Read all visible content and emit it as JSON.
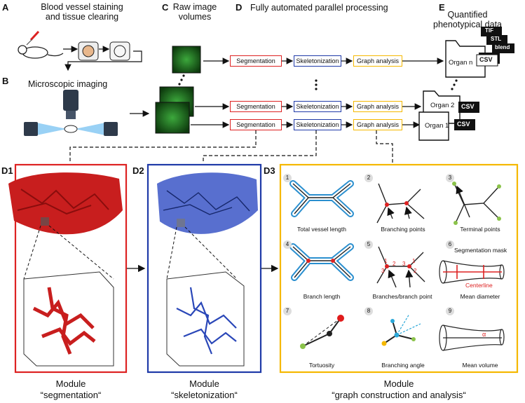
{
  "panels": {
    "A": {
      "letter": "A",
      "title": "Blood vessel staining\nand tissue clearing"
    },
    "B": {
      "letter": "B",
      "title": "Microscopic imaging"
    },
    "C": {
      "letter": "C",
      "title": "Raw image\nvolumes"
    },
    "D": {
      "letter": "D",
      "title": "Fully automated parallel processing"
    },
    "E": {
      "letter": "E",
      "title": "Quantified\nphenotypical data"
    }
  },
  "pipeline": {
    "segmentation": "Segmentation",
    "skeletonization": "Skeletonization",
    "graph": "Graph analysis"
  },
  "organs": {
    "n": "Organ n",
    "two": "Organ 2",
    "one": "Organ 1"
  },
  "files": {
    "tif": "TIF",
    "stl": "STL",
    "blend": "blend",
    "csv": "CSV"
  },
  "sub": {
    "d1": "D1",
    "d2": "D2",
    "d3": "D3"
  },
  "metrics": {
    "m1": {
      "num": "1",
      "label": "Total vessel length"
    },
    "m2": {
      "num": "2",
      "label": "Branching points"
    },
    "m3": {
      "num": "3",
      "label": "Terminal points"
    },
    "m4": {
      "num": "4",
      "label": "Branch length"
    },
    "m5": {
      "num": "5",
      "label": "Branches/branch point"
    },
    "m6": {
      "num": "6",
      "label": "Mean diameter",
      "mask": "Segmentation mask",
      "centerline": "Centerline"
    },
    "m7": {
      "num": "7",
      "label": "Tortuosity"
    },
    "m8": {
      "num": "8",
      "label": "Branching angle"
    },
    "m9": {
      "num": "9",
      "label": "Mean volume",
      "alpha": "α"
    }
  },
  "m5_digits": {
    "a": "1",
    "b": "2",
    "c": "3",
    "d": "3",
    "e": "1",
    "f": "2"
  },
  "modules": {
    "seg": {
      "line1": "Module",
      "line2": "“segmentation“"
    },
    "skel": {
      "line1": "Module",
      "line2": "“skeletonization“"
    },
    "graph": {
      "line1": "Module",
      "line2": "“graph construction and analysis“"
    }
  },
  "colors": {
    "red": "#d22222",
    "blue": "#1f3aa8",
    "yellow": "#f5b800",
    "cyan": "#2aa7d8",
    "green": "#8bc34a"
  }
}
